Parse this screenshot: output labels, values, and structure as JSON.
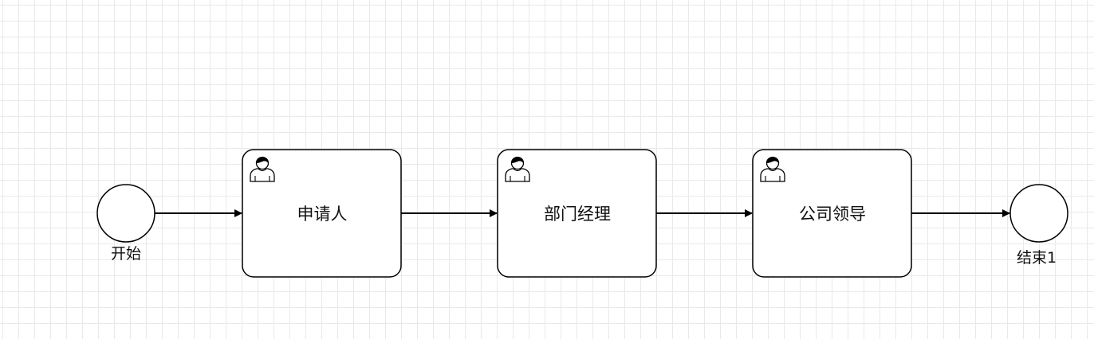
{
  "diagram": {
    "start_event": {
      "label": "开始"
    },
    "tasks": [
      {
        "label": "申请人",
        "icon": "user-icon"
      },
      {
        "label": "部门经理",
        "icon": "user-icon"
      },
      {
        "label": "公司领导",
        "icon": "user-icon"
      }
    ],
    "end_event": {
      "label": "结束1"
    }
  }
}
